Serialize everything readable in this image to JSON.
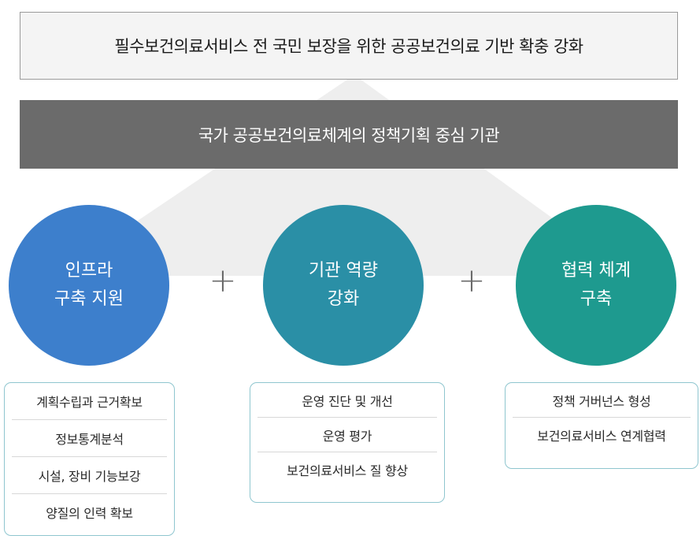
{
  "header": {
    "title": "필수보건의료서비스 전 국민 보장을 위한 공공보건의료 기반 확충 강화"
  },
  "band": {
    "title": "국가 공공보건의료체계의 정책기획 중심 기관"
  },
  "colors": {
    "circle_1": "#3d7fcc",
    "circle_2": "#2a8fa6",
    "circle_3": "#1e9a8f",
    "band": "#6b6b6b"
  },
  "operator": "+",
  "pillars": [
    {
      "title_line1": "인프라",
      "title_line2": "구축 지원",
      "items": [
        "계획수립과 근거확보",
        "정보통계분석",
        "시설, 장비 기능보강",
        "양질의 인력 확보"
      ]
    },
    {
      "title_line1": "기관 역량",
      "title_line2": "강화",
      "items": [
        "운영 진단 및 개선",
        "운영 평가",
        "보건의료서비스 질 향상"
      ]
    },
    {
      "title_line1": "협력 체계",
      "title_line2": "구축",
      "items": [
        "정책 거버넌스 형성",
        "보건의료서비스 연계협력"
      ]
    }
  ]
}
